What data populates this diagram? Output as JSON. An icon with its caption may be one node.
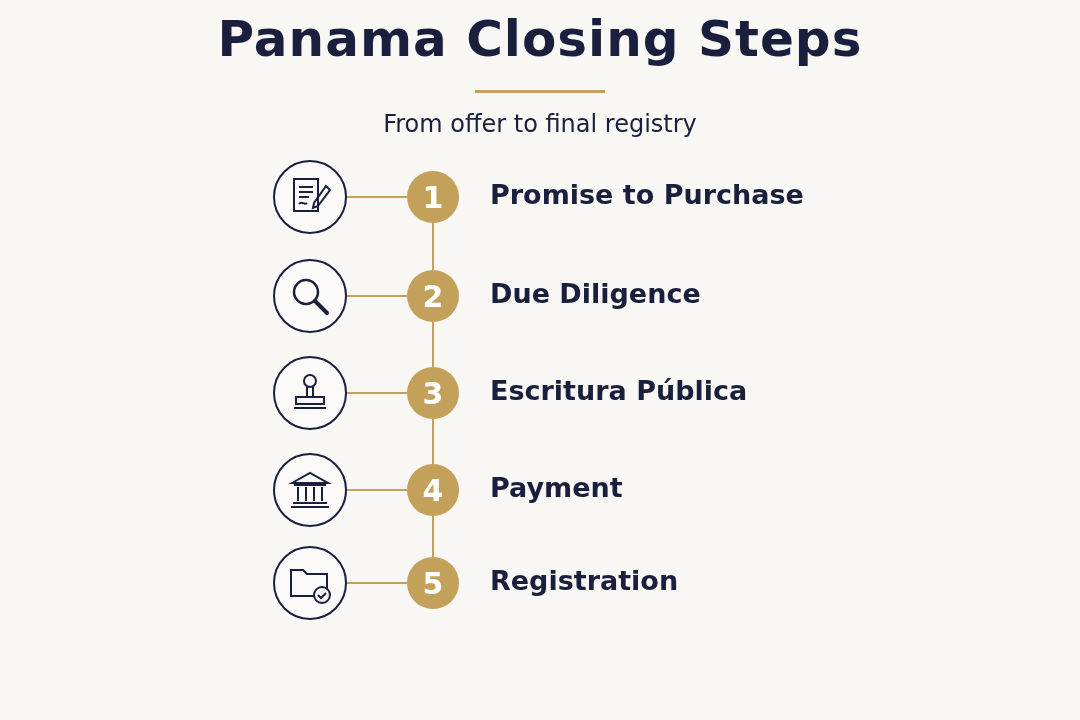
{
  "diagram": {
    "title": "Panama Closing Steps",
    "labels": [
      "From offer to final registry"
    ],
    "nodes": [
      {
        "text": [],
        "shape": "circle"
      },
      {
        "text": [
          "1"
        ],
        "beside": [
          "Promise to Purchase"
        ]
      },
      {
        "text": [],
        "shape": "circle"
      },
      {
        "text": [
          "2"
        ],
        "beside": [
          "Due Diligence"
        ]
      },
      {
        "text": [],
        "shape": "circle"
      },
      {
        "text": [
          "3"
        ],
        "beside": [
          "Escritura Pública"
        ]
      },
      {
        "text": [],
        "shape": "circle"
      },
      {
        "text": [
          "4"
        ],
        "beside": [
          "Payment"
        ]
      },
      {
        "text": [],
        "shape": "circle"
      },
      {
        "text": [
          "5"
        ],
        "beside": [
          "Registration"
        ]
      }
    ],
    "edges": [
      {
        "from": 0,
        "to": 1,
        "arrow": "none"
      },
      {
        "from": 1,
        "to": 3,
        "arrow": "none"
      },
      {
        "from": 2,
        "to": 3,
        "arrow": "none"
      },
      {
        "from": 3,
        "to": 5,
        "arrow": "none"
      },
      {
        "from": 4,
        "to": 5,
        "arrow": "none"
      },
      {
        "from": 5,
        "to": 7,
        "arrow": "none"
      },
      {
        "from": 6,
        "to": 7,
        "arrow": "none"
      },
      {
        "from": 7,
        "to": 9,
        "arrow": "none"
      },
      {
        "from": 8,
        "to": 9,
        "arrow": "none"
      }
    ]
  }
}
